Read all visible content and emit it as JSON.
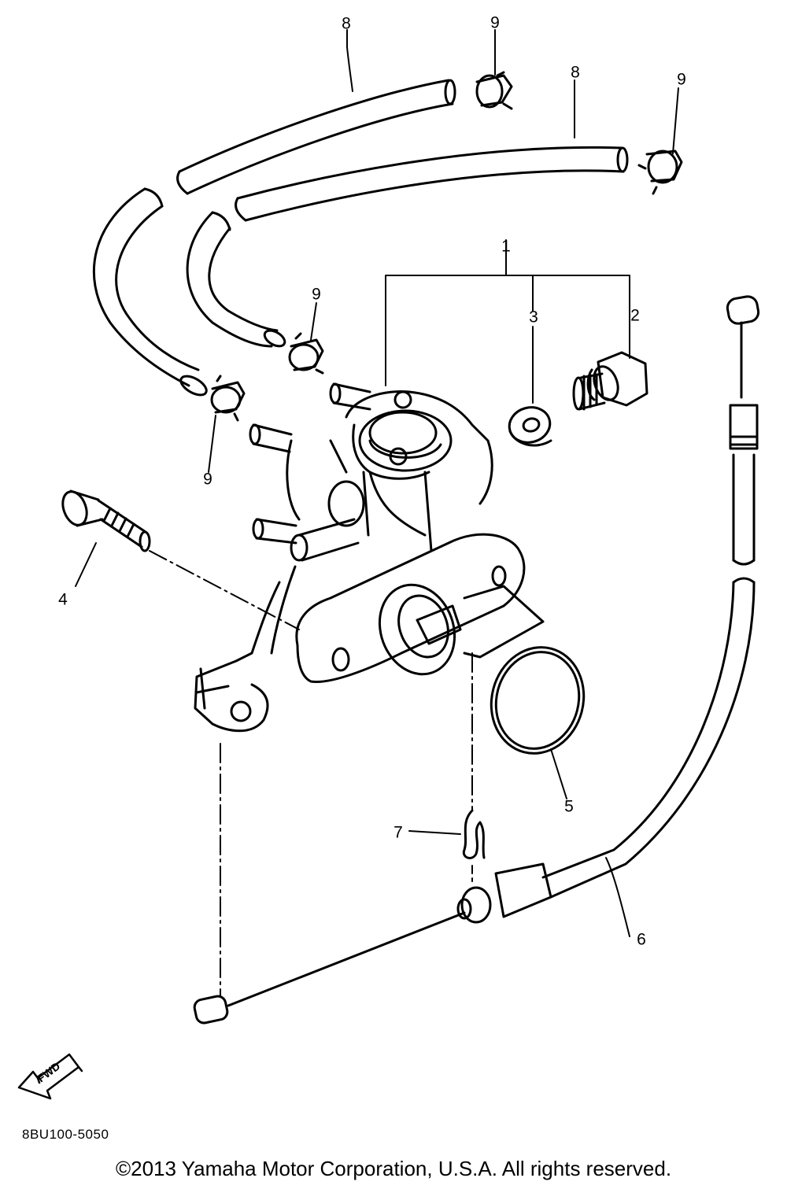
{
  "callouts": {
    "p1": "1",
    "p2": "2",
    "p3": "3",
    "p4": "4",
    "p5": "5",
    "p6": "6",
    "p7": "7",
    "p8a": "8",
    "p8b": "8",
    "p9a": "9",
    "p9b": "9",
    "p9c": "9",
    "p9d": "9"
  },
  "fwd_marker": "FWD",
  "drawing_code": "8BU100-5050",
  "copyright": "©2013 Yamaha Motor Corporation, U.S.A. All rights reserved."
}
